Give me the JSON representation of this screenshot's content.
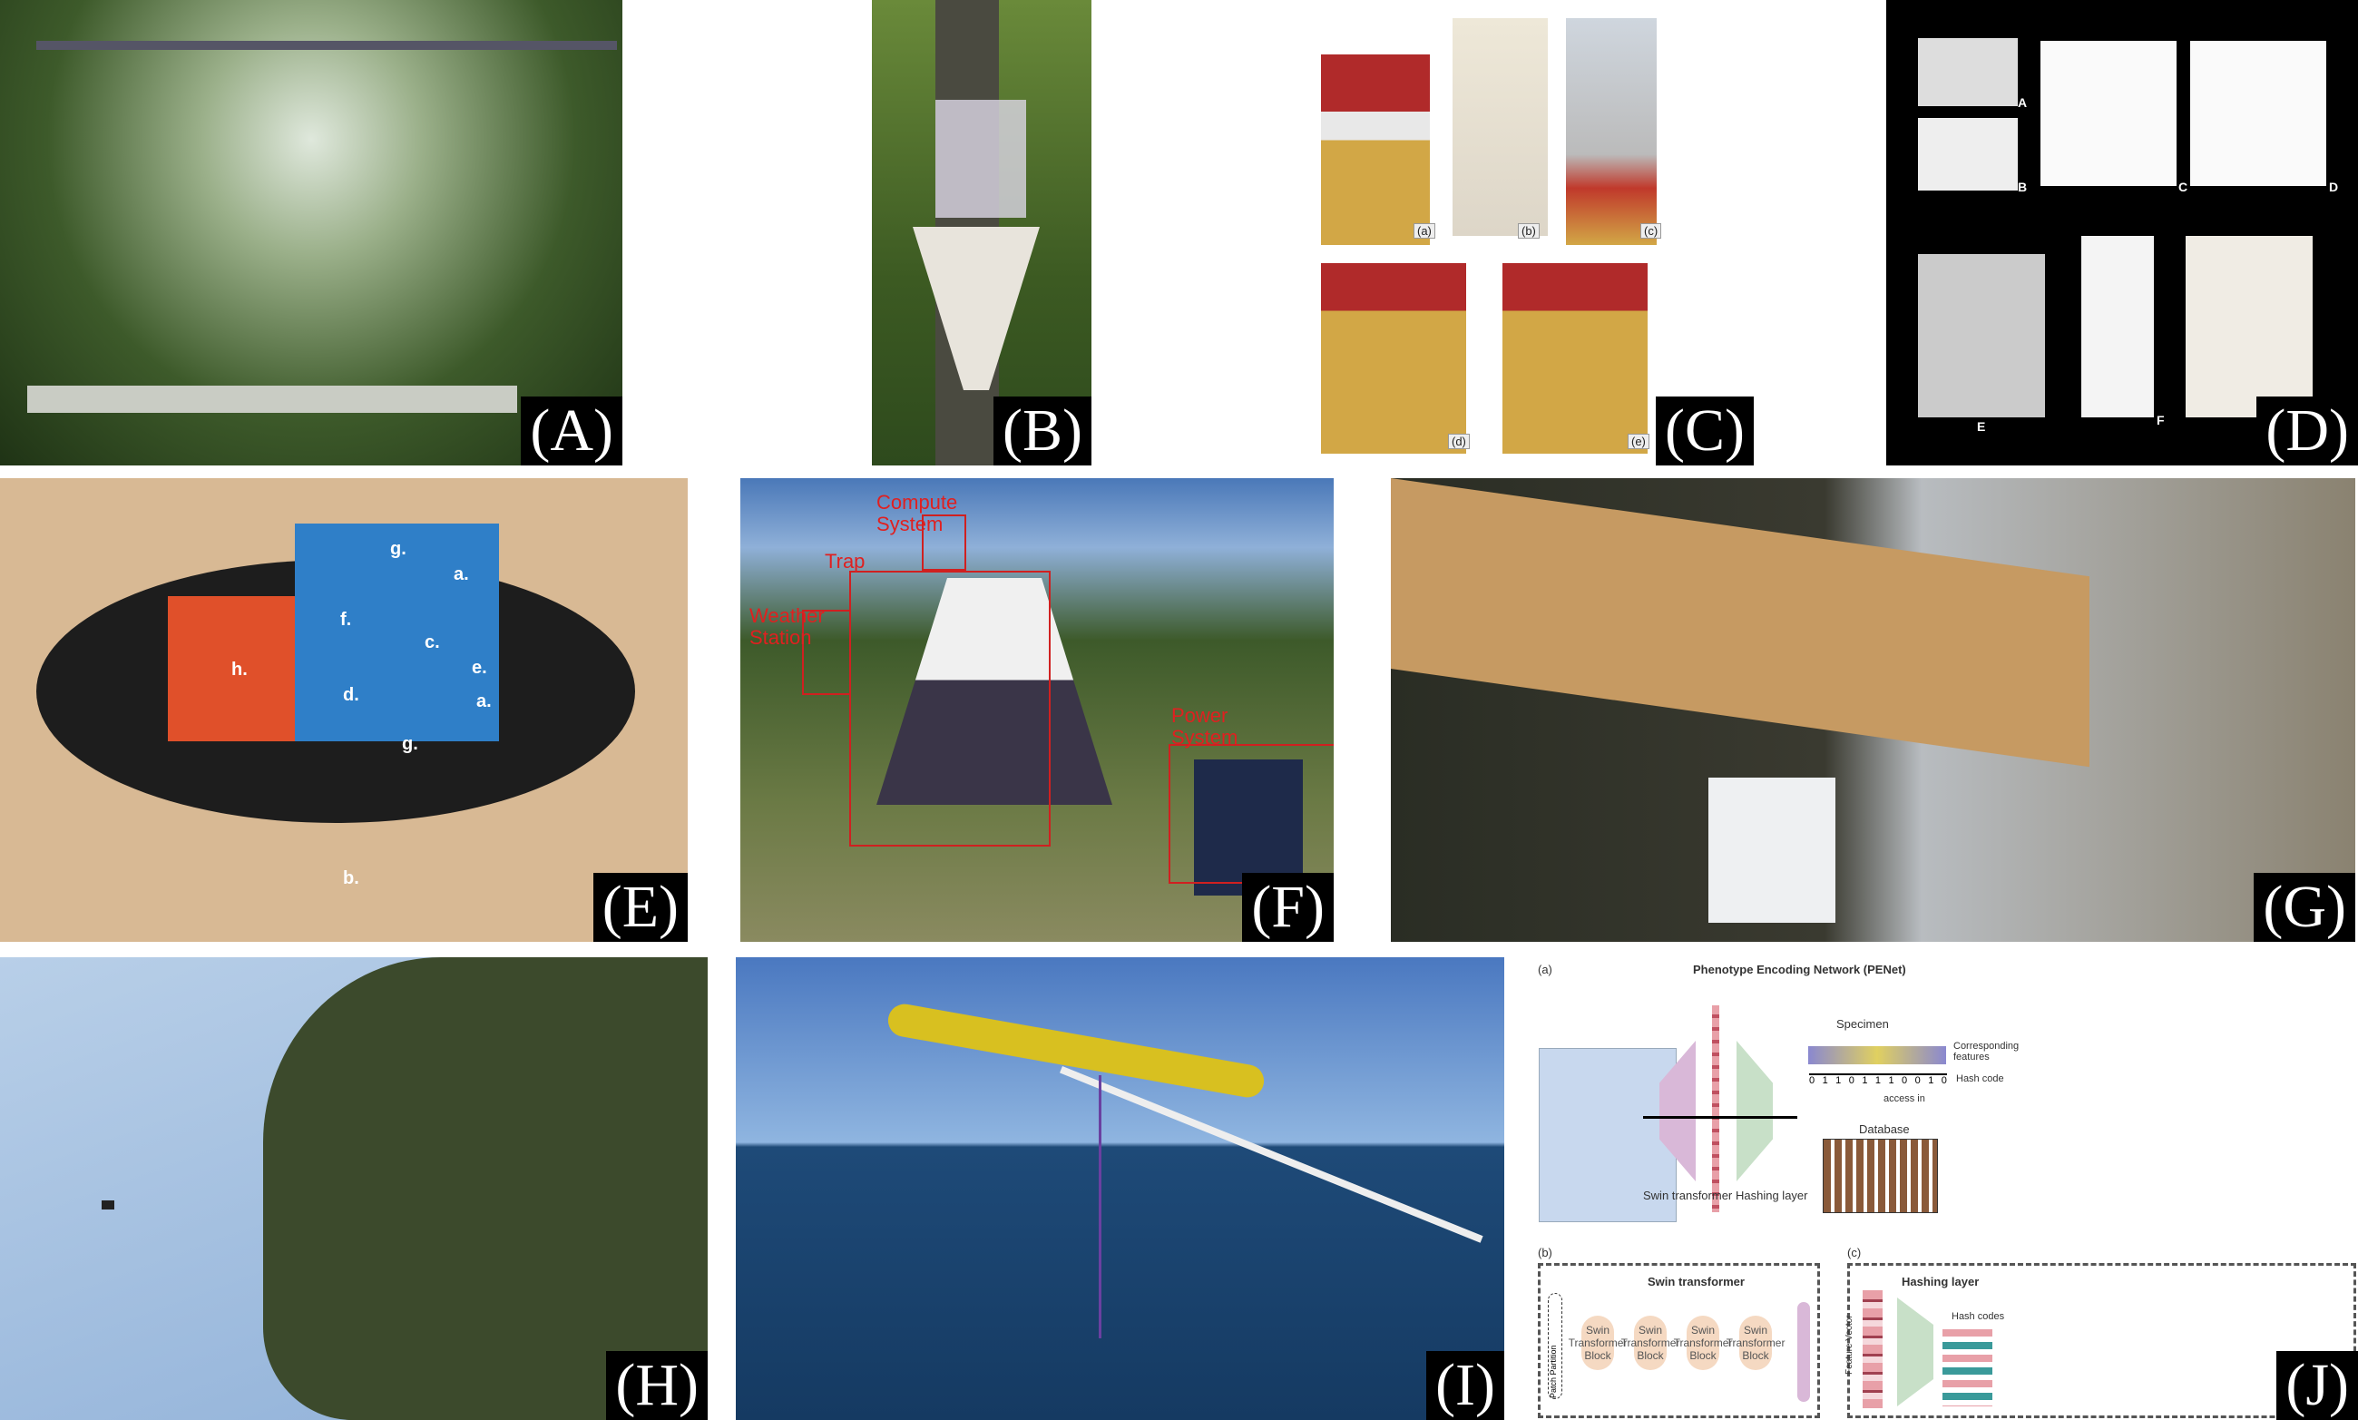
{
  "labels": {
    "a": "(A)",
    "b": "(B)",
    "c": "(C)",
    "d": "(D)",
    "e": "(E)",
    "f": "(F)",
    "g": "(G)",
    "h": "(H)",
    "i": "(I)",
    "j": "(J)"
  },
  "panel_c": {
    "subs": [
      "(a)",
      "(b)",
      "(c)",
      "(d)",
      "(e)"
    ]
  },
  "panel_d": {
    "subs": [
      "A",
      "B",
      "C",
      "D",
      "E",
      "F"
    ]
  },
  "panel_e": {
    "parts": [
      "a.",
      "a.",
      "b.",
      "c.",
      "d.",
      "e.",
      "f.",
      "g.",
      "g.",
      "h."
    ]
  },
  "panel_f": {
    "compute": "Compute System",
    "trap": "Trap",
    "weather": "Weather Station",
    "power": "Power System"
  },
  "panel_j": {
    "a_tag": "(a)",
    "title": "Phenotype Encoding Network (PENet)",
    "specimen": "Specimen",
    "features": "Corresponding features",
    "hash_code": "Hash code",
    "bits": [
      "0",
      "1",
      "1",
      "0",
      "1",
      "1",
      "1",
      "0",
      "0",
      "1",
      "0"
    ],
    "access": "access in",
    "database": "Database",
    "swin": "Swin transformer",
    "hashing": "Hashing layer",
    "b_tag": "(b)",
    "b_title": "Swin transformer",
    "patch": "Patch Partition",
    "block": "Swin Transformer Block",
    "c_tag": "(c)",
    "c_title": "Hashing layer",
    "feature_vector": "Feature Vector",
    "hash_codes": "Hash codes"
  }
}
